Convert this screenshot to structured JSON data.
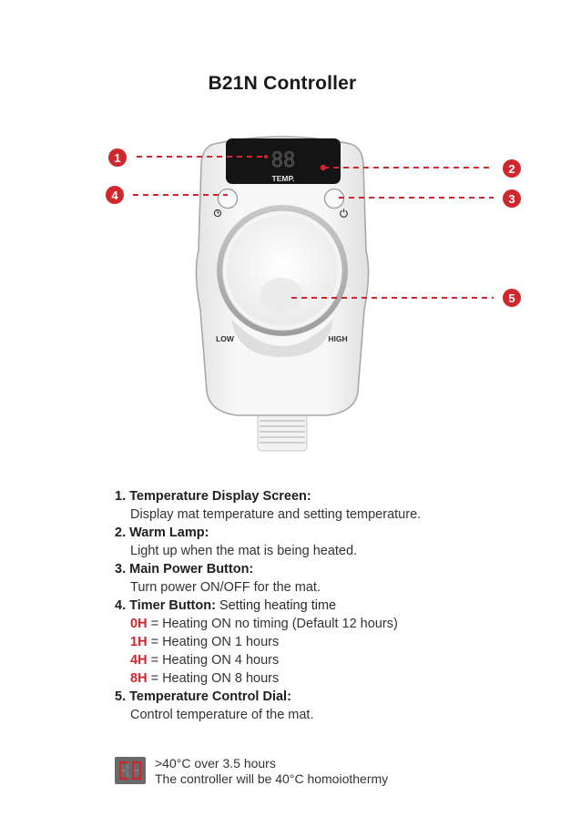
{
  "title": "B21N Controller",
  "device": {
    "screen_digits": "88",
    "screen_label": "TEMP.",
    "dial_low": "LOW",
    "dial_high": "HIGH",
    "accent": "#d0262e"
  },
  "callouts": [
    "1",
    "2",
    "3",
    "4",
    "5"
  ],
  "items": [
    {
      "number": "1.",
      "head": "Temperature Display Screen:",
      "desc": "Display mat temperature and setting temperature."
    },
    {
      "number": "2.",
      "head": "Warm Lamp:",
      "desc": "Light up when the mat is being heated."
    },
    {
      "number": "3.",
      "head": "Main Power Button:",
      "desc": "Turn power ON/OFF for the mat."
    },
    {
      "number": "4.",
      "head": "Timer Button:",
      "inline": "Setting heating time"
    },
    {
      "number": "5.",
      "head": "Temperature Control Dial:",
      "desc": "Control temperature of the mat."
    }
  ],
  "timer_options": [
    {
      "code": "0H",
      "text": "= Heating ON no timing (Default 12 hours)"
    },
    {
      "code": "1H",
      "text": "= Heating ON 1 hours"
    },
    {
      "code": "4H",
      "text": "= Heating ON 4 hours"
    },
    {
      "code": "8H",
      "text": "= Heating ON 8 hours"
    }
  ],
  "note": {
    "line1": ">40°C over 3.5 hours",
    "line2": "The controller will be 40°C homoiothermy"
  }
}
